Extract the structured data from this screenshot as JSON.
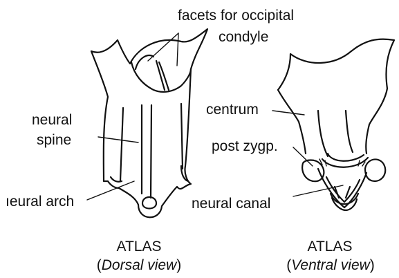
{
  "labels": {
    "facets_line1": "facets for occipital",
    "facets_line2": "condyle",
    "neural_spine_line1": "neural",
    "neural_spine_line2": "spine",
    "neural_arch": "ıeural arch",
    "centrum": "centrum",
    "post_zygp": "post zygp.",
    "neural_canal": "neural canal"
  },
  "captions": {
    "left_title": "ATLAS",
    "left_open": "(",
    "left_view": "Dorsal view",
    "left_close": ")",
    "right_title": "ATLAS",
    "right_open": "(",
    "right_view": "Ventral view",
    "right_close": ")"
  }
}
